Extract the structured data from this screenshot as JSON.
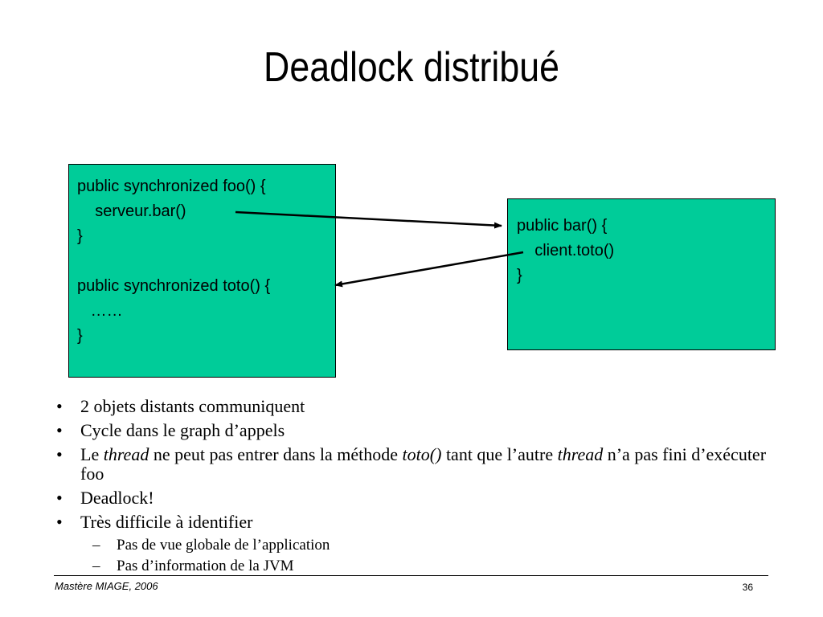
{
  "slide": {
    "title": "Deadlock distribué"
  },
  "client_box": {
    "lines": [
      "public synchronized foo() {",
      "    serveur.bar()",
      "}",
      "",
      "public synchronized toto() {",
      "   ……",
      "}"
    ]
  },
  "server_box": {
    "lines": [
      "public bar() {",
      "    client.toto()",
      "}"
    ]
  },
  "bullets": {
    "b1": "2 objets distants communiquent",
    "b2": "Cycle dans le graph d’appels",
    "b3": {
      "t1": "Le ",
      "t2": "thread",
      "t3": " ne peut pas entrer dans la méthode ",
      "t4": "toto()",
      "t5": " tant que l’autre ",
      "t6": "thread",
      "t7": "  n’a pas fini d’exécuter foo"
    },
    "b4": "Deadlock!",
    "b5": "Très difficile à identifier",
    "sub1": "Pas de vue globale de l’application",
    "sub2": "Pas d’information de la JVM",
    "bullet_glyph": "•",
    "dash_glyph": "–"
  },
  "footer": {
    "left": "Mastère MIAGE, 2006",
    "page_number": "36"
  },
  "colors": {
    "box_fill": "#00cc99",
    "border": "#000000"
  }
}
